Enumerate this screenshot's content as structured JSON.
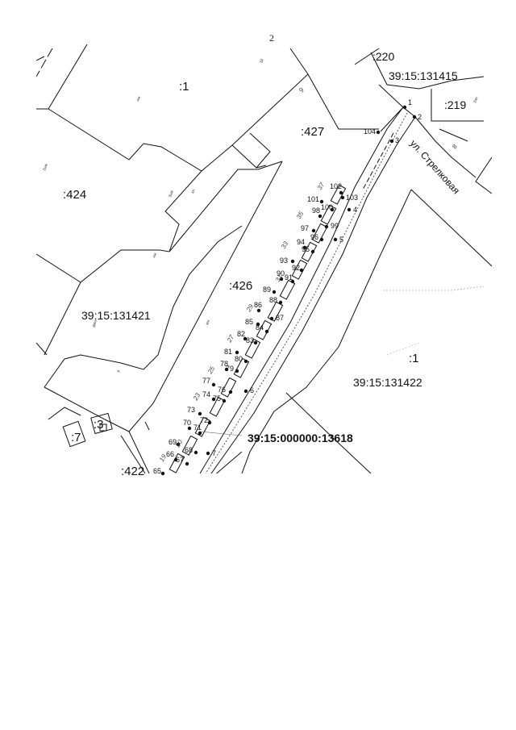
{
  "page": {
    "number": "2"
  },
  "parcels": [
    {
      "id": "parcel-1-top",
      "text": ":1"
    },
    {
      "id": "parcel-220",
      "text": ":220"
    },
    {
      "id": "quarter-131415",
      "text": "39:15:131415"
    },
    {
      "id": "parcel-219",
      "text": ":219"
    },
    {
      "id": "parcel-427",
      "text": ":427"
    },
    {
      "id": "parcel-424",
      "text": ":424"
    },
    {
      "id": "parcel-426",
      "text": ":426"
    },
    {
      "id": "quarter-131421",
      "text": "39:15:131421"
    },
    {
      "id": "parcel-1-right",
      "text": ":1"
    },
    {
      "id": "quarter-131422",
      "text": "39:15:131422"
    },
    {
      "id": "parcel-3",
      "text": ":3"
    },
    {
      "id": "parcel-7",
      "text": ":7"
    },
    {
      "id": "parcel-422",
      "text": ":422"
    }
  ],
  "cadastral_number": "39:15:000000:13618",
  "street": "ул. Стрелковая",
  "boundary_points": [
    "1",
    "2",
    "3",
    "4",
    "5",
    "6",
    "7"
  ],
  "garage_points": [
    "65",
    "66",
    "67",
    "68",
    "69",
    "70",
    "71",
    "72",
    "73",
    "74",
    "75",
    "76",
    "77",
    "78",
    "79",
    "80",
    "81",
    "82",
    "83",
    "84",
    "85",
    "86",
    "87",
    "88",
    "89",
    "90",
    "91",
    "92",
    "93",
    "94",
    "95",
    "96",
    "97",
    "98",
    "99",
    "100",
    "101",
    "102",
    "103",
    "104"
  ],
  "lot_numbers": [
    "8",
    "9",
    "19",
    "20",
    "23",
    "25",
    "27",
    "29",
    "31",
    "33",
    "35",
    "37"
  ],
  "building_marks": [
    "нж",
    "2нж",
    "3нж",
    "кн",
    "мн",
    "2кн",
    "Ш",
    "II",
    "дмн"
  ]
}
